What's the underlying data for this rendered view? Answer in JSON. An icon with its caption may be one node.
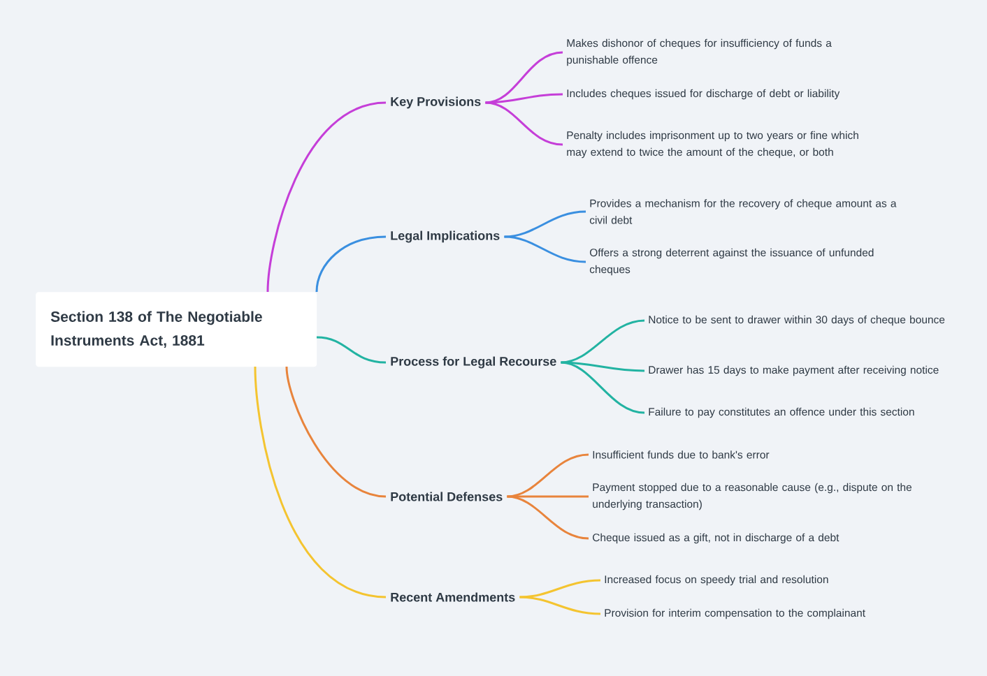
{
  "diagram": {
    "nodes": [
      {
        "text": [
          "Section 138 of The Negotiable Instruments Act, 1881"
        ]
      },
      {
        "text": [
          "Key Provisions"
        ]
      },
      {
        "text": [
          "Makes dishonor of cheques for insufficiency of funds a punishable offence"
        ]
      },
      {
        "text": [
          "Includes cheques issued for discharge of debt or liability"
        ]
      },
      {
        "text": [
          "Penalty includes imprisonment up to two years or fine which may extend to twice the amount of the cheque, or both"
        ]
      },
      {
        "text": [
          "Legal Implications"
        ]
      },
      {
        "text": [
          "Provides a mechanism for the recovery of cheque amount as a civil debt"
        ]
      },
      {
        "text": [
          "Offers a strong deterrent against the issuance of unfunded cheques"
        ]
      },
      {
        "text": [
          "Process for Legal Recourse"
        ]
      },
      {
        "text": [
          "Notice to be sent to drawer within 30 days of cheque bounce"
        ]
      },
      {
        "text": [
          "Drawer has 15 days to make payment after receiving notice"
        ]
      },
      {
        "text": [
          "Failure to pay constitutes an offence under this section"
        ]
      },
      {
        "text": [
          "Potential Defenses"
        ]
      },
      {
        "text": [
          "Insufficient funds due to bank's error"
        ]
      },
      {
        "text": [
          "Payment stopped due to a reasonable cause (e.g., dispute on the underlying transaction)"
        ]
      },
      {
        "text": [
          "Cheque issued as a gift, not in discharge of a debt"
        ]
      },
      {
        "text": [
          "Recent Amendments"
        ]
      },
      {
        "text": [
          "Increased focus on speedy trial and resolution"
        ]
      },
      {
        "text": [
          "Provision for interim compensation to the complainant"
        ]
      }
    ],
    "edges": [
      {
        "from": 0,
        "to": 1,
        "arrow": "none",
        "color": "#c53ed8"
      },
      {
        "from": 1,
        "to": 2,
        "arrow": "none",
        "color": "#c53ed8"
      },
      {
        "from": 1,
        "to": 3,
        "arrow": "none",
        "color": "#c53ed8"
      },
      {
        "from": 1,
        "to": 4,
        "arrow": "none",
        "color": "#c53ed8"
      },
      {
        "from": 0,
        "to": 5,
        "arrow": "none",
        "color": "#3a8fe0"
      },
      {
        "from": 5,
        "to": 6,
        "arrow": "none",
        "color": "#3a8fe0"
      },
      {
        "from": 5,
        "to": 7,
        "arrow": "none",
        "color": "#3a8fe0"
      },
      {
        "from": 0,
        "to": 8,
        "arrow": "none",
        "color": "#22b3a2"
      },
      {
        "from": 8,
        "to": 9,
        "arrow": "none",
        "color": "#22b3a2"
      },
      {
        "from": 8,
        "to": 10,
        "arrow": "none",
        "color": "#22b3a2"
      },
      {
        "from": 8,
        "to": 11,
        "arrow": "none",
        "color": "#22b3a2"
      },
      {
        "from": 0,
        "to": 12,
        "arrow": "none",
        "color": "#e8843c"
      },
      {
        "from": 12,
        "to": 13,
        "arrow": "none",
        "color": "#e8843c"
      },
      {
        "from": 12,
        "to": 14,
        "arrow": "none",
        "color": "#e8843c"
      },
      {
        "from": 12,
        "to": 15,
        "arrow": "none",
        "color": "#e8843c"
      },
      {
        "from": 0,
        "to": 16,
        "arrow": "none",
        "color": "#f4c430"
      },
      {
        "from": 16,
        "to": 17,
        "arrow": "none",
        "color": "#f4c430"
      },
      {
        "from": 16,
        "to": 18,
        "arrow": "none",
        "color": "#f4c430"
      }
    ]
  }
}
